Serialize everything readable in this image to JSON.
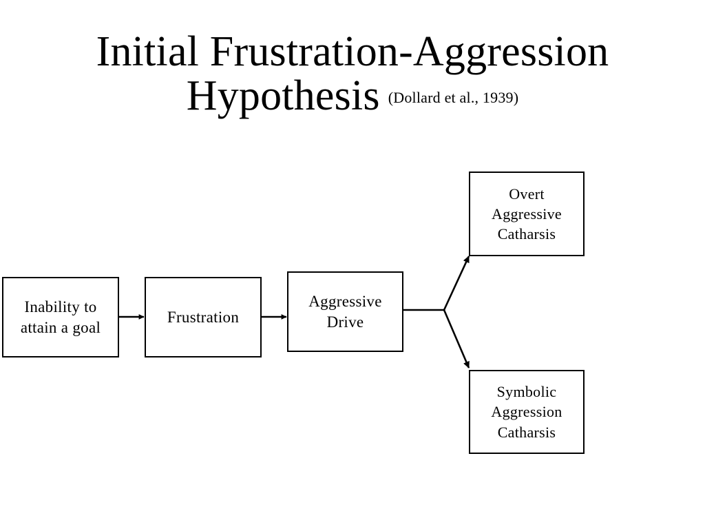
{
  "slide": {
    "background_color": "#ffffff",
    "line_color": "#000000",
    "text_color": "#000000"
  },
  "title": {
    "line1": "Initial Frustration-Aggression",
    "line2": "Hypothesis",
    "citation": "(Dollard et al., 1939)"
  },
  "diagram": {
    "type": "flowchart",
    "nodes": [
      {
        "id": "inability",
        "lines": [
          "Inability to",
          "attain a goal"
        ]
      },
      {
        "id": "frustration",
        "lines": [
          "Frustration"
        ]
      },
      {
        "id": "drive",
        "lines": [
          "Aggressive",
          "Drive"
        ]
      },
      {
        "id": "overt",
        "lines": [
          "Overt",
          "Aggressive",
          "Catharsis"
        ]
      },
      {
        "id": "symbolic",
        "lines": [
          "Symbolic",
          "Aggression",
          "Catharsis"
        ]
      }
    ],
    "edges": [
      {
        "from": "inability",
        "to": "frustration",
        "style": "arrow-right"
      },
      {
        "from": "frustration",
        "to": "drive",
        "style": "arrow-right"
      },
      {
        "from": "drive",
        "to": "branch",
        "style": "line"
      },
      {
        "from": "branch",
        "to": "overt",
        "style": "arrow-diagonal-up"
      },
      {
        "from": "branch",
        "to": "symbolic",
        "style": "arrow-diagonal-down"
      }
    ]
  }
}
